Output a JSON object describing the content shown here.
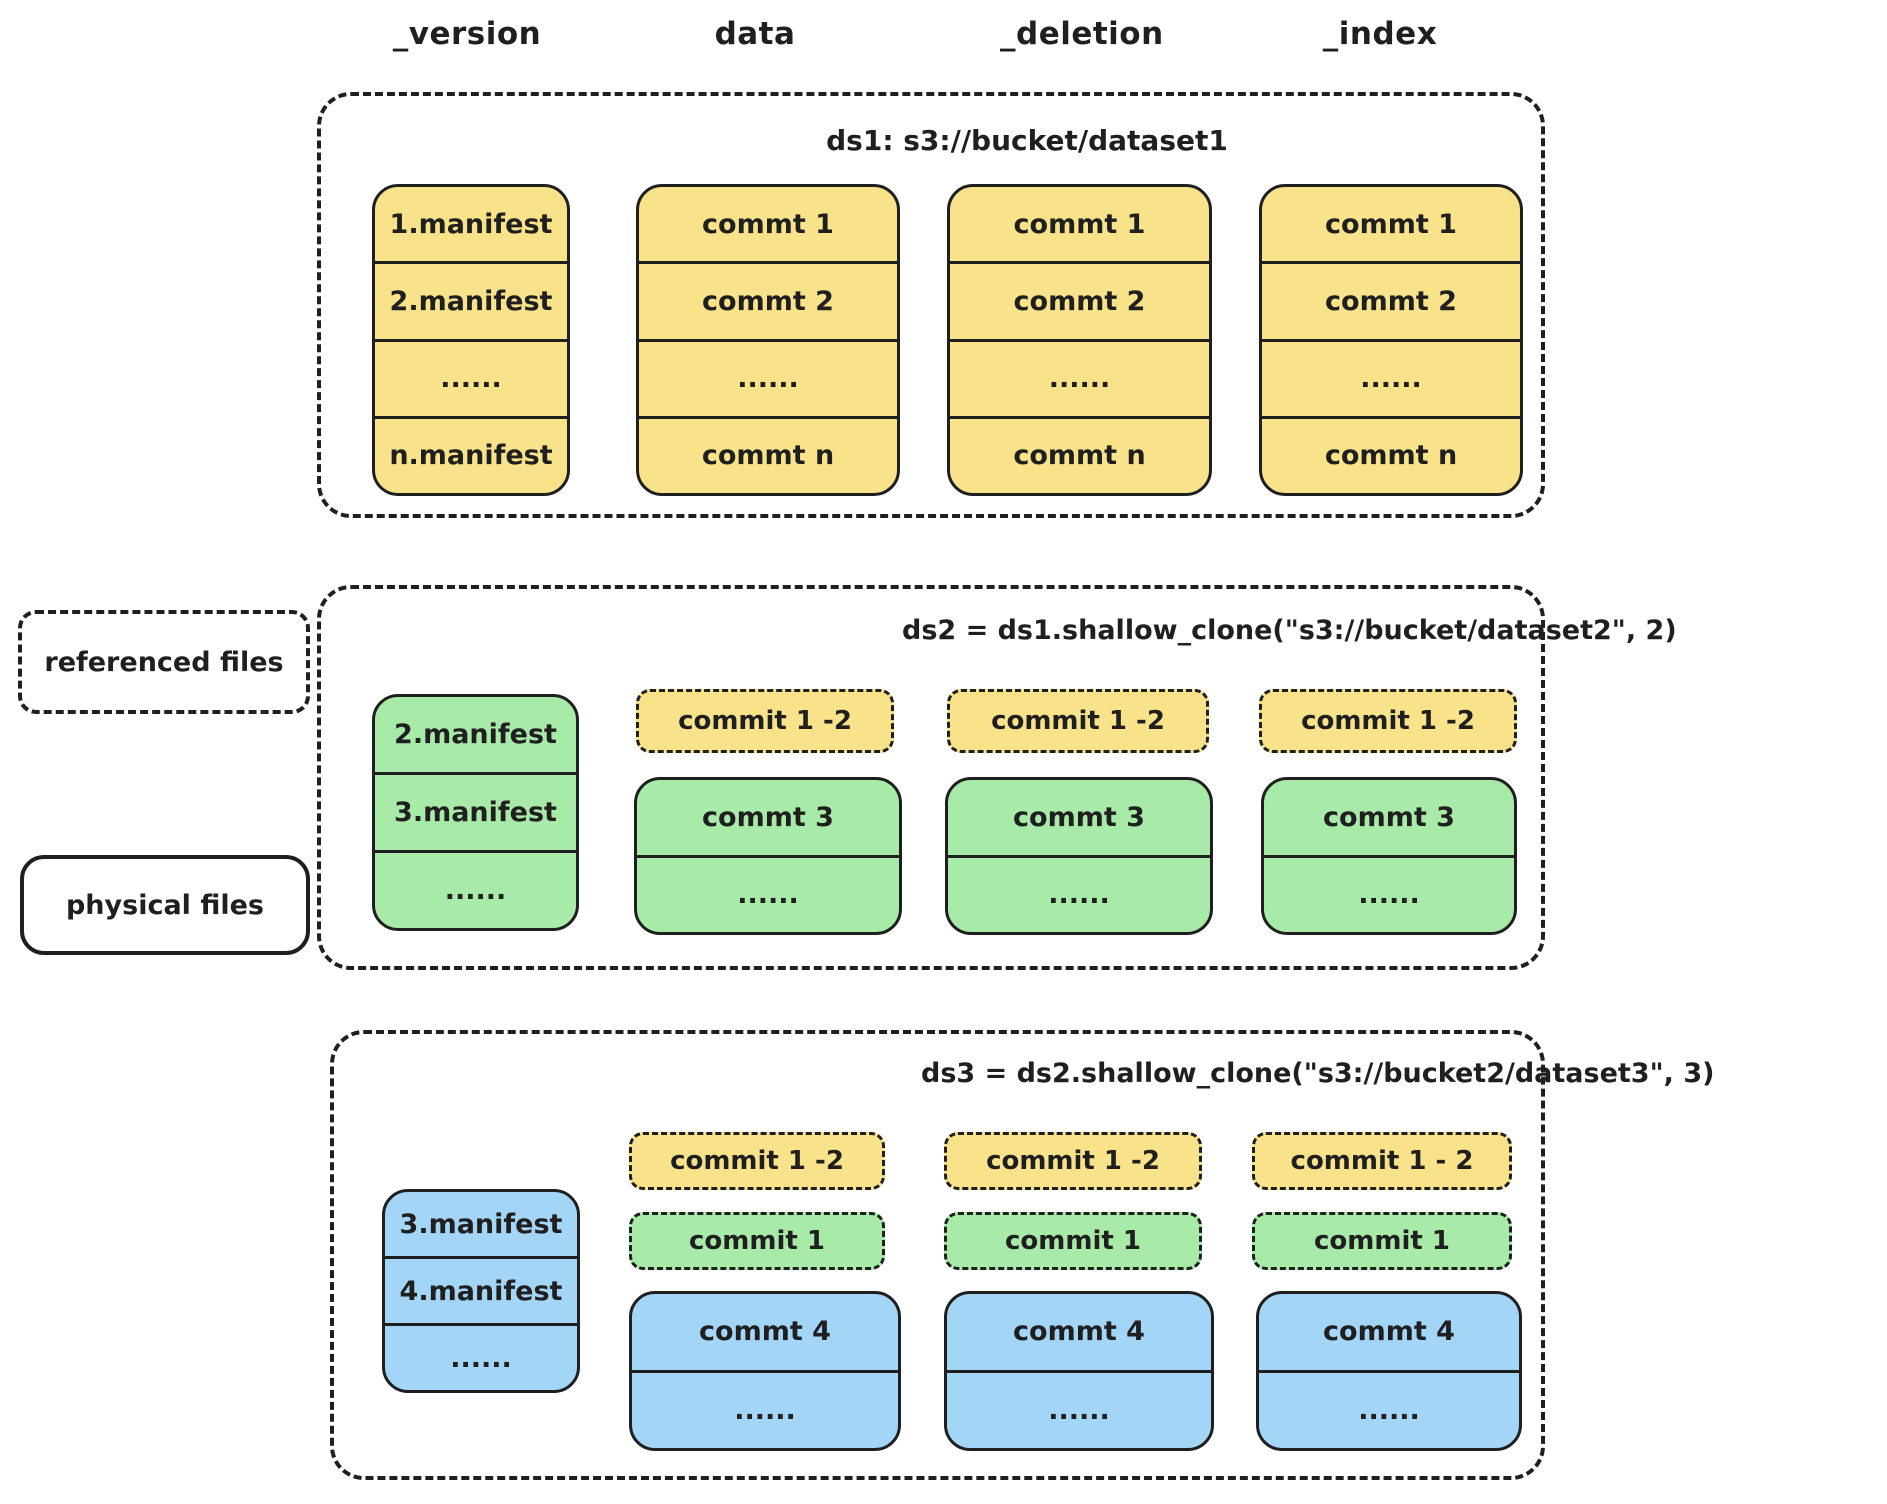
{
  "palette": {
    "yellow": "#F9E38A",
    "green": "#A8EAA8",
    "blue": "#A3D5F7",
    "stroke": "#1F1F1F"
  },
  "column_headers": [
    "_version",
    "data",
    "_deletion",
    "_index"
  ],
  "legend": {
    "referenced": "referenced files",
    "physical": "physical files"
  },
  "datasets": {
    "ds1": {
      "title": "ds1: s3://bucket/dataset1",
      "version_rows": [
        "1.manifest",
        "2.manifest",
        "......",
        "n.manifest"
      ],
      "data_rows": [
        "commt 1",
        "commt 2",
        "......",
        "commt n"
      ],
      "deletion_rows": [
        "commt 1",
        "commt 2",
        "......",
        "commt n"
      ],
      "index_rows": [
        "commt 1",
        "commt 2",
        "......",
        "commt n"
      ]
    },
    "ds2": {
      "title": "ds2 = ds1.shallow_clone(\"s3://bucket/dataset2\", 2)",
      "version_rows": [
        "2.manifest",
        "3.manifest",
        "......"
      ],
      "data_chip": "commit 1 -2",
      "deletion_chip": "commit 1 -2",
      "index_chip": "commit 1 -2",
      "data_rows": [
        "commt 3",
        "......"
      ],
      "deletion_rows": [
        "commt 3",
        "......"
      ],
      "index_rows": [
        "commt 3",
        "......"
      ]
    },
    "ds3": {
      "title": "ds3 = ds2.shallow_clone(\"s3://bucket2/dataset3\", 3)",
      "version_rows": [
        "3.manifest",
        "4.manifest",
        "......"
      ],
      "data_chip_yellow": "commit 1 -2",
      "data_chip_green": "commit 1",
      "deletion_chip_yellow": "commit 1 -2",
      "deletion_chip_green": "commit 1",
      "index_chip_yellow": "commit 1 - 2",
      "index_chip_green": "commit 1",
      "data_rows": [
        "commt 4",
        "......"
      ],
      "deletion_rows": [
        "commt 4",
        "......"
      ],
      "index_rows": [
        "commt 4",
        "......"
      ]
    }
  }
}
